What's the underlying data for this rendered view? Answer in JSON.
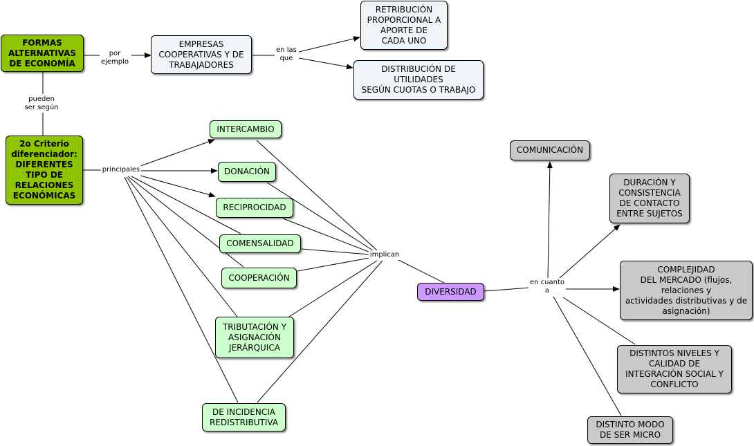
{
  "nodes": {
    "formas": "FORMAS\nALTERNATIVAS\nDE ECONOMÍA",
    "empresas": "EMPRESAS\nCOOPERATIVAS Y DE\nTRABAJADORES",
    "retribucion": "RETRIBUCIÓN\nPROPORCIONAL A\nAPORTE DE\nCADA UNO",
    "distribucion": "DISTRIBUCIÓN DE\nUTILIDADES\nSEGÚN CUOTAS O TRABAJO",
    "criterio": "2o Criterio\ndiferenciador:\nDIFERENTES\nTIPO DE\nRELACIONES\nECONÓMICAS",
    "intercambio": "INTERCAMBIO",
    "donacion": "DONACIÓN",
    "reciprocidad": "RECIPROCIDAD",
    "comensalidad": "COMENSALIDAD",
    "cooperacion": "COOPERACIÓN",
    "tributacion": "TRIBUTACIÓN Y\nASIGNACIÓN\nJERÁRQUICA",
    "incidencia": "DE INCIDENCIA\nREDISTRIBUTIVA",
    "diversidad": "DIVERSIDAD",
    "comunicacion": "COMUNICACIÓN",
    "duracion": "DURACIÓN Y\nCONSISTENCIA\nDE CONTACTO\nENTRE SUJETOS",
    "complejidad": "COMPLEJIDAD\nDEL MERCADO (flujos,\nrelaciones y\nactividades distributivas y de\nasignación)",
    "niveles": "DISTINTOS NIVELES Y\nCALIDAD DE\nINTEGRACIÓN SOCIAL Y\nCONFLICTO",
    "modo": "DISTINTO MODO\nDE SER MICRO"
  },
  "labels": {
    "por_ejemplo": "por\nejemplo",
    "en_las_que": "en las\nque",
    "pueden": "pueden\nser según",
    "principales": "principales",
    "implican": "implican",
    "en_cuanto_a": "en cuanto\na"
  },
  "colors": {
    "green": "#8ec400",
    "blue": "#eef4f8",
    "light_green": "#ccffcc",
    "gray": "#c9c9c9",
    "purple": "#cc99ff"
  }
}
